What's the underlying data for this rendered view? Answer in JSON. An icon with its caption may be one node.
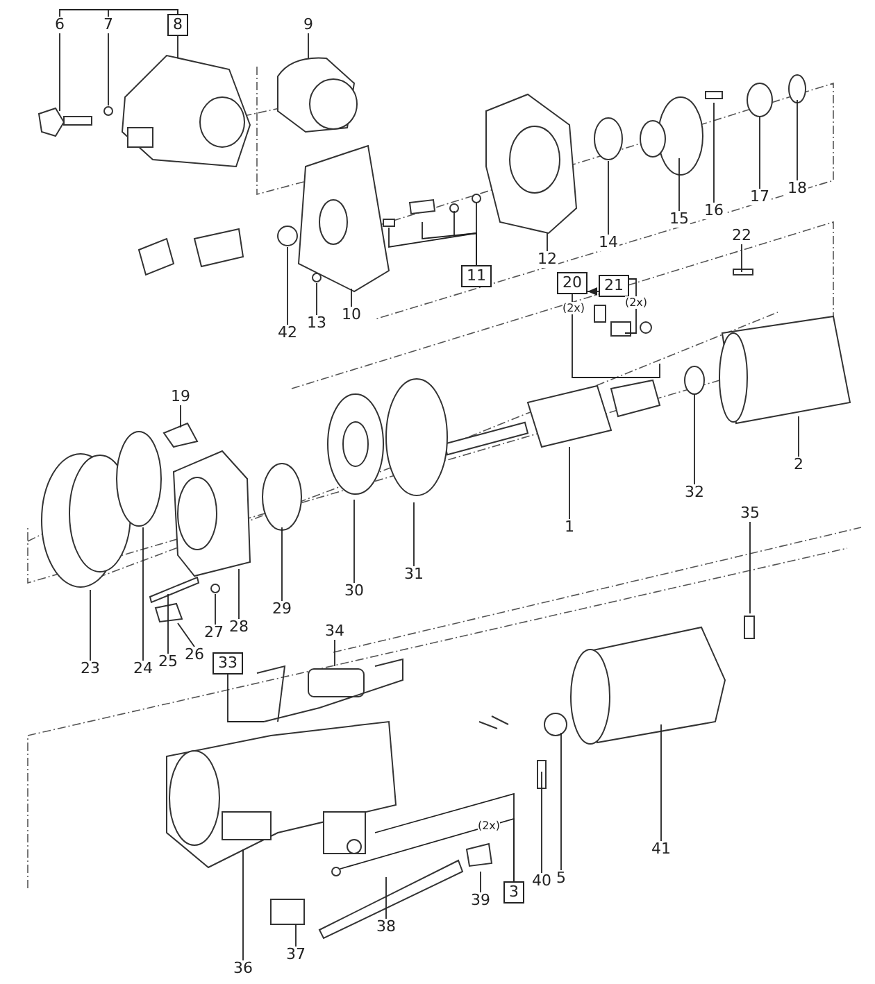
{
  "diagram": {
    "nodes": [
      {
        "text": [
          "6"
        ]
      },
      {
        "text": [
          "7"
        ]
      },
      {
        "text": [
          "8"
        ]
      },
      {
        "text": [
          "9"
        ]
      },
      {
        "text": [
          "18"
        ]
      },
      {
        "text": [
          "17"
        ]
      },
      {
        "text": [
          "16"
        ]
      },
      {
        "text": [
          "15"
        ]
      },
      {
        "text": [
          "14"
        ]
      },
      {
        "text": [
          "22"
        ]
      },
      {
        "text": [
          "12"
        ]
      },
      {
        "text": [
          "11"
        ]
      },
      {
        "text": [
          "20"
        ]
      },
      {
        "text": [
          "21"
        ]
      },
      {
        "text": [
          "10"
        ]
      },
      {
        "text": [
          "13"
        ]
      },
      {
        "text": [
          "42"
        ]
      },
      {
        "text": [
          "19"
        ]
      },
      {
        "text": [
          "2"
        ]
      },
      {
        "text": [
          "32"
        ]
      },
      {
        "text": [
          "35"
        ]
      },
      {
        "text": [
          "1"
        ]
      },
      {
        "text": [
          "31"
        ]
      },
      {
        "text": [
          "30"
        ]
      },
      {
        "text": [
          "29"
        ]
      },
      {
        "text": [
          "28"
        ]
      },
      {
        "text": [
          "27"
        ]
      },
      {
        "text": [
          "34"
        ]
      },
      {
        "text": [
          "26"
        ]
      },
      {
        "text": [
          "25"
        ]
      },
      {
        "text": [
          "23"
        ]
      },
      {
        "text": [
          "24"
        ]
      },
      {
        "text": [
          "33"
        ]
      },
      {
        "text": [
          "41"
        ]
      },
      {
        "text": [
          "5"
        ]
      },
      {
        "text": [
          "40"
        ]
      },
      {
        "text": [
          "3"
        ]
      },
      {
        "text": [
          "39"
        ]
      },
      {
        "text": [
          "38"
        ]
      },
      {
        "text": [
          "37"
        ]
      },
      {
        "text": [
          "36"
        ]
      }
    ],
    "edges": [
      {
        "from": 0,
        "to": null,
        "arrow": "none"
      },
      {
        "from": 1,
        "to": null,
        "arrow": "none"
      },
      {
        "from": 2,
        "to": null,
        "arrow": "none"
      },
      {
        "from": 3,
        "to": null,
        "arrow": "none"
      },
      {
        "from": 4,
        "to": null,
        "arrow": "none"
      },
      {
        "from": 5,
        "to": null,
        "arrow": "none"
      },
      {
        "from": 6,
        "to": null,
        "arrow": "none"
      },
      {
        "from": 7,
        "to": null,
        "arrow": "none"
      },
      {
        "from": 8,
        "to": null,
        "arrow": "none"
      },
      {
        "from": 9,
        "to": null,
        "arrow": "none"
      },
      {
        "from": 10,
        "to": null,
        "arrow": "none"
      },
      {
        "from": 11,
        "to": null,
        "arrow": "none"
      },
      {
        "from": 11,
        "to": null,
        "arrow": "none"
      },
      {
        "from": 11,
        "to": null,
        "arrow": "none"
      },
      {
        "from": 11,
        "to": null,
        "arrow": "none"
      },
      {
        "from": 12,
        "to": null,
        "arrow": "none"
      },
      {
        "from": 13,
        "to": 12,
        "arrow": "to"
      },
      {
        "from": 13,
        "to": null,
        "arrow": "none"
      },
      {
        "from": 14,
        "to": null,
        "arrow": "none"
      },
      {
        "from": 15,
        "to": null,
        "arrow": "none"
      },
      {
        "from": 16,
        "to": null,
        "arrow": "none"
      },
      {
        "from": 17,
        "to": null,
        "arrow": "none"
      },
      {
        "from": 18,
        "to": null,
        "arrow": "none"
      },
      {
        "from": 19,
        "to": null,
        "arrow": "none"
      },
      {
        "from": 20,
        "to": null,
        "arrow": "none"
      },
      {
        "from": 21,
        "to": null,
        "arrow": "none"
      },
      {
        "from": 22,
        "to": null,
        "arrow": "none"
      },
      {
        "from": 23,
        "to": null,
        "arrow": "none"
      },
      {
        "from": 24,
        "to": null,
        "arrow": "none"
      },
      {
        "from": 25,
        "to": null,
        "arrow": "none"
      },
      {
        "from": 26,
        "to": null,
        "arrow": "none"
      },
      {
        "from": 27,
        "to": null,
        "arrow": "none"
      },
      {
        "from": 28,
        "to": null,
        "arrow": "none"
      },
      {
        "from": 29,
        "to": null,
        "arrow": "none"
      },
      {
        "from": 30,
        "to": null,
        "arrow": "none"
      },
      {
        "from": 31,
        "to": null,
        "arrow": "none"
      },
      {
        "from": 32,
        "to": null,
        "arrow": "none"
      },
      {
        "from": 33,
        "to": null,
        "arrow": "none"
      },
      {
        "from": 34,
        "to": null,
        "arrow": "none"
      },
      {
        "from": 35,
        "to": null,
        "arrow": "none"
      },
      {
        "from": 36,
        "to": null,
        "arrow": "none"
      },
      {
        "from": 36,
        "to": null,
        "arrow": "none"
      },
      {
        "from": 37,
        "to": null,
        "arrow": "none"
      },
      {
        "from": 38,
        "to": null,
        "arrow": "none"
      },
      {
        "from": 39,
        "to": null,
        "arrow": "none"
      },
      {
        "from": 40,
        "to": null,
        "arrow": "none"
      },
      {
        "from": 2,
        "to": 0,
        "arrow": "none"
      },
      {
        "from": 2,
        "to": 1,
        "arrow": "none"
      }
    ],
    "labels": [
      "(2x)",
      "(2x)",
      "(2x)"
    ]
  }
}
